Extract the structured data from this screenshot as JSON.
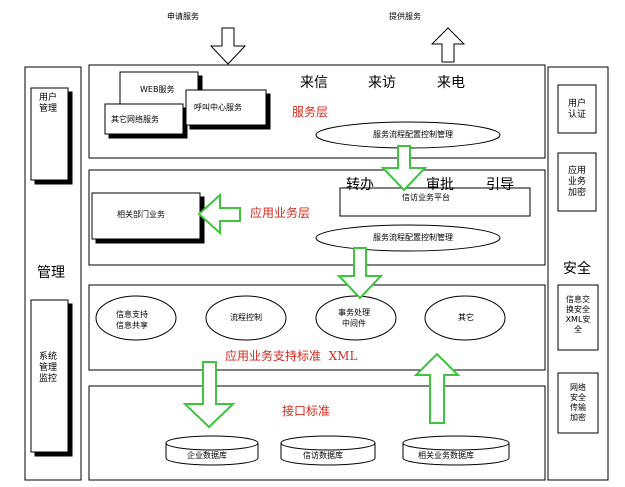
{
  "top": {
    "request_label": "申请服务",
    "provide_label": "提供服务"
  },
  "left_panel": {
    "title": "管理",
    "user_mgmt": "用户\n管理",
    "system_mgmt": "系统\n管理\n监控"
  },
  "right_panel": {
    "title": "安全",
    "user_auth": "用户\n认证",
    "app_encrypt": "应用\n业务\n加密",
    "xml_security": "信息交\n换安全\nXML安\n全",
    "net_security": "网络\n安全\n传输\n加密"
  },
  "service_layer": {
    "title": "服务层",
    "web_service": "WEB服务",
    "other_network": "其它网络服务",
    "call_center": "呼叫中心服务",
    "channels": [
      "来信",
      "来访",
      "来电"
    ],
    "config_control": "服务流程配置控制管理"
  },
  "app_layer": {
    "title": "应用业务层",
    "related_dept": "相关部门业务",
    "actions": [
      "转办",
      "审批",
      "引导"
    ],
    "petition_platform": "信访业务平台",
    "config_control": "服务流程配置控制管理"
  },
  "support_layer": {
    "title": "应用业务支持标准  XML",
    "items": [
      "信息支持\n信息共享",
      "流程控制",
      "事务处理\n中间件",
      "其它"
    ]
  },
  "interface_layer": {
    "title": "接口标准",
    "databases": [
      "企业数据库",
      "信访数据库",
      "相关业务数据库"
    ]
  }
}
